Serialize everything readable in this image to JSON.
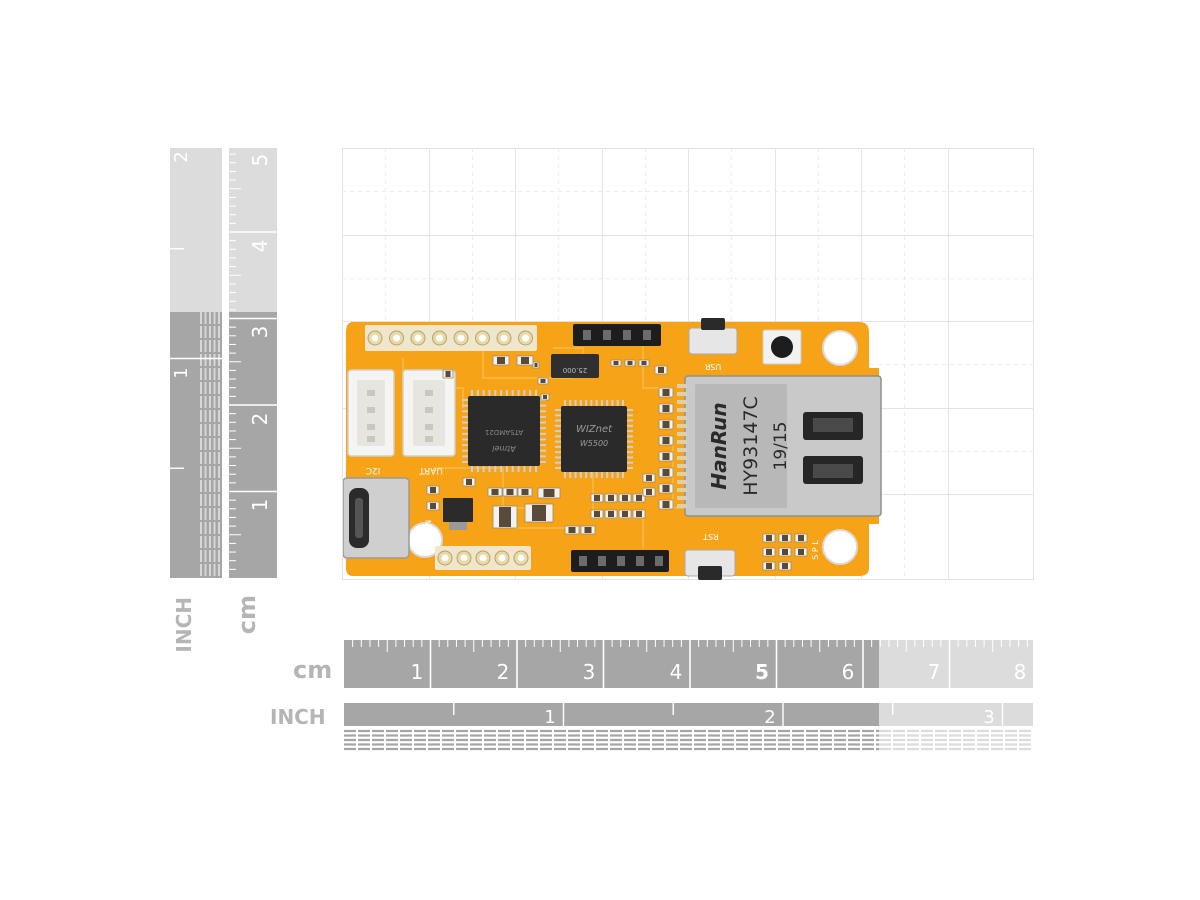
{
  "colors": {
    "ruler_dark": "#a6a6a6",
    "ruler_light": "#dcdcdc",
    "ruler_text": "#ffffff",
    "unit_text": "#b5b5b5",
    "grid_line": "#e3e3e3",
    "pcb": "#f6a317",
    "pcb_trace": "#f8b840",
    "header_black": "#1d1d1d",
    "connector_white": "#f4f4f2",
    "rj45_metal": "#c9c9c9",
    "chip_black": "#2a2a2a"
  },
  "rulers": {
    "bottom_cm": {
      "unit": "cm",
      "labels": [
        "1",
        "2",
        "3",
        "4",
        "5",
        "6",
        "7",
        "8"
      ]
    },
    "bottom_inch": {
      "unit": "INCH",
      "labels": [
        "1",
        "2",
        "3"
      ]
    },
    "left_cm": {
      "unit": "cm",
      "labels": [
        "1",
        "2",
        "3",
        "4",
        "5"
      ]
    },
    "left_inch": {
      "unit": "INCH",
      "labels": [
        "1",
        "2"
      ]
    }
  },
  "board": {
    "silkscreen": {
      "i2c": "I2C",
      "uart": "UART",
      "usr": "USR",
      "rst": "RST",
      "spl": "S P L",
      "in": "IN"
    },
    "chips": {
      "mcu_line1": "ATSAMD21",
      "mcu_line2": "Atmel",
      "eth_line1": "WIZnet",
      "eth_line2": "W5500",
      "crystal": "25.000"
    },
    "rj45": {
      "brand": "HanRun",
      "model": "HY93147C",
      "date": "19/15"
    }
  }
}
